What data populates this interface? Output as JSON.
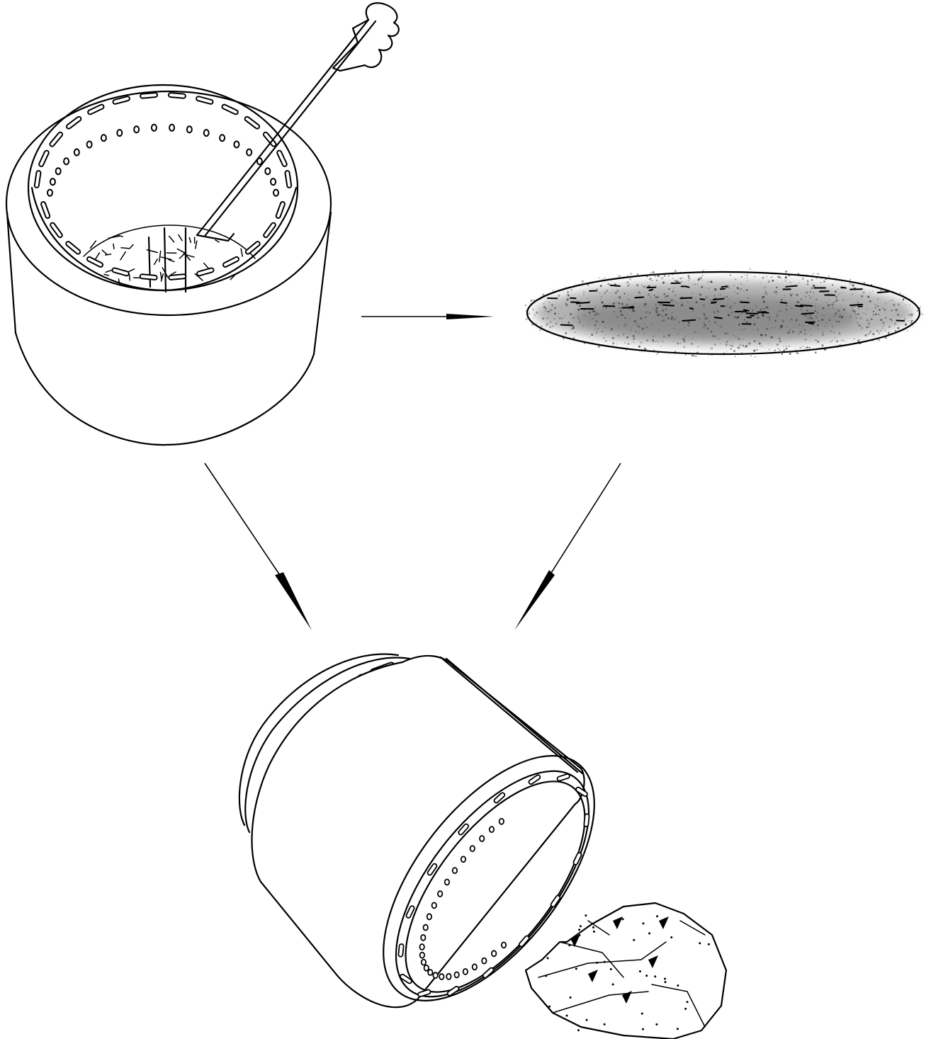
{
  "figure": {
    "type": "assembly-diagram",
    "panels": [
      {
        "id": "pit-with-poker",
        "icon": "fire-pit-with-poker-icon"
      },
      {
        "id": "ash-pile",
        "icon": "ash-pile-icon"
      },
      {
        "id": "pit-tipped",
        "icon": "fire-pit-tipped-over-icon"
      },
      {
        "id": "ash-clump",
        "icon": "ash-debris-icon"
      }
    ],
    "flow_arrows": [
      {
        "from": "pit-with-poker",
        "to": "ash-pile"
      },
      {
        "from": "pit-with-poker",
        "to": "pit-tipped"
      },
      {
        "from": "ash-pile",
        "to": "pit-tipped"
      }
    ],
    "colors": {
      "line": "#000000",
      "background": "#ffffff",
      "ash": "#7a7a7a"
    }
  }
}
